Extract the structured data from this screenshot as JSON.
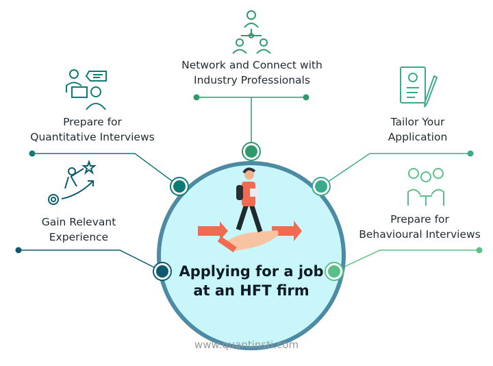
{
  "center": {
    "title_line1": "Applying for a job",
    "title_line2": "at an HFT firm"
  },
  "steps": [
    {
      "id": "network",
      "line1": "Network and Connect with",
      "line2": "Industry Professionals",
      "icon": "network-people-icon",
      "color": "#2e9a6b"
    },
    {
      "id": "quant",
      "line1": "Prepare for",
      "line2": "Quantitative Interviews",
      "icon": "interview-icon",
      "color": "#0e7a74"
    },
    {
      "id": "experience",
      "line1": "Gain Relevant",
      "line2": "Experience",
      "icon": "growth-climb-icon",
      "color": "#0b5a6e"
    },
    {
      "id": "tailor",
      "line1": "Tailor Your",
      "line2": "Application",
      "icon": "resume-edit-icon",
      "color": "#3aaa8c"
    },
    {
      "id": "behavioural",
      "line1": "Prepare for",
      "line2": "Behavioural Interviews",
      "icon": "emotions-meeting-icon",
      "color": "#5ac08a"
    }
  ],
  "colors": {
    "circle_fill": "#c9f6fb",
    "circle_ring": "#4d8aa3",
    "arrow": "#f26a50"
  },
  "footer": "www.quantinsti.com"
}
